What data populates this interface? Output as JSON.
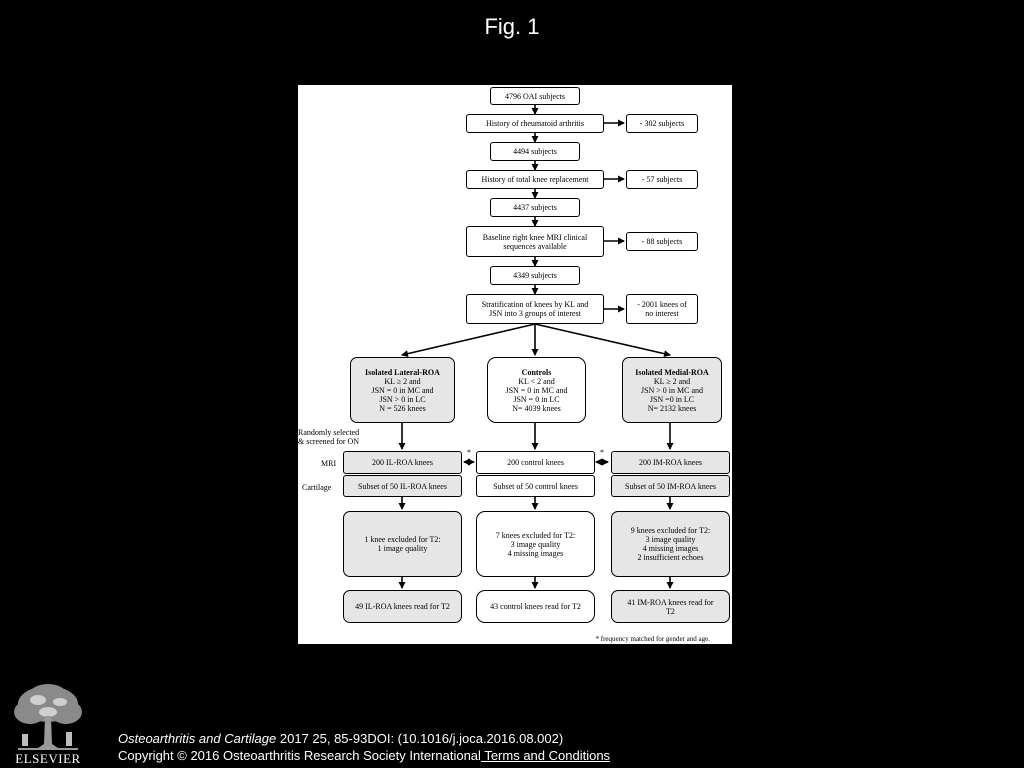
{
  "slide": {
    "title": "Fig. 1",
    "citation_journal": "Osteoarthritis and Cartilage",
    "citation_ref": " 2017 25, 85-93",
    "citation_doi": "DOI: (10.1016/j.joca.2016.08.002)",
    "copyright": "Copyright © 2016 Osteoarthritis Research Society International",
    "terms_link": " Terms and Conditions",
    "logo_text": "ELSEVIER"
  },
  "flowchart": {
    "main": [
      "4796 OAI subjects",
      "History of rheumatoid arthritis",
      "4494 subjects",
      "History of total knee replacement",
      "4437 subjects",
      "Baseline right knee MRI clinical\nsequences available",
      "4349 subjects",
      "Stratification of knees by KL and\nJSN into 3 groups of interest"
    ],
    "exclusions": [
      "- 302 subjects",
      "- 57 subjects",
      "- 88 subjects",
      "- 2001 knees of\nno interest"
    ],
    "groups": [
      {
        "title": "Isolated Lateral-ROA",
        "criteria": "KL ≥ 2 and\nJSN = 0 in MC and\nJSN > 0 in LC\nN = 526 knees"
      },
      {
        "title": "Controls",
        "criteria": "KL < 2 and\nJSN = 0 in MC and\nJSN = 0 in LC\nN= 4039 knees"
      },
      {
        "title": "Isolated Medial-ROA",
        "criteria": "KL ≥ 2 and\nJSN > 0 in MC and\nJSN =0 in LC\nN= 2132 knees"
      }
    ],
    "side_label_selected": "Randomly selected\n& screened for ON",
    "row_label_mri": "MRI",
    "row_label_cartilage": "Cartilage",
    "mri_boxes": [
      "200 IL-ROA knees",
      "200 control knees",
      "200 IM-ROA knees"
    ],
    "cartilage_boxes": [
      "Subset of 50 IL-ROA knees",
      "Subset of 50 control knees",
      "Subset of 50 IM-ROA knees"
    ],
    "excluded_boxes": [
      "1 knee excluded for T2:\n1 image quality",
      "7 knees excluded for T2:\n3 image quality\n4 missing images",
      "9 knees excluded for T2:\n3 image quality\n4 missing images\n2 insufficient echoes"
    ],
    "final_boxes": [
      "49 IL-ROA knees read for T2",
      "43 control knees read for T2",
      "41 IM-ROA knees read for\nT2"
    ],
    "match_marker": "*",
    "footnote": "* frequency matched for  gender and age."
  }
}
